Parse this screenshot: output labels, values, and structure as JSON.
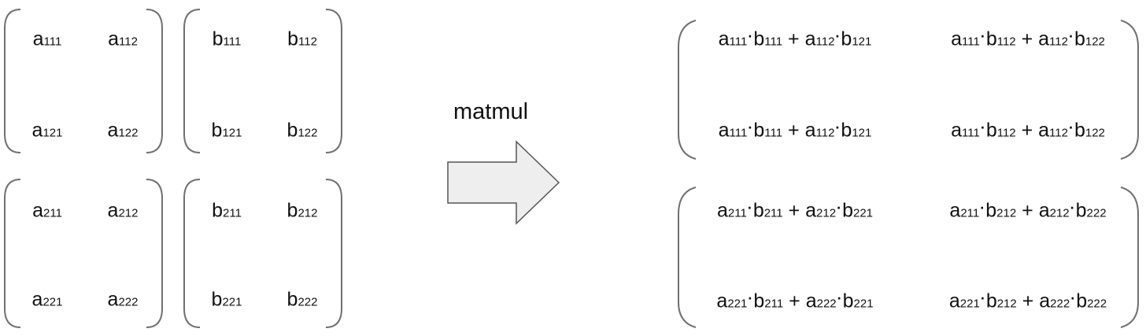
{
  "label": "matmul",
  "input_a": [
    [
      [
        "a",
        "111"
      ],
      [
        "a",
        "112"
      ],
      [
        "a",
        "121"
      ],
      [
        "a",
        "122"
      ]
    ],
    [
      [
        "a",
        "211"
      ],
      [
        "a",
        "212"
      ],
      [
        "a",
        "221"
      ],
      [
        "a",
        "222"
      ]
    ]
  ],
  "input_b": [
    [
      [
        "b",
        "111"
      ],
      [
        "b",
        "112"
      ],
      [
        "b",
        "121"
      ],
      [
        "b",
        "122"
      ]
    ],
    [
      [
        "b",
        "211"
      ],
      [
        "b",
        "212"
      ],
      [
        "b",
        "221"
      ],
      [
        "b",
        "222"
      ]
    ]
  ],
  "output": [
    [
      [
        [
          "a",
          "111"
        ],
        [
          "b",
          "111"
        ],
        [
          "a",
          "112"
        ],
        [
          "b",
          "121"
        ]
      ],
      [
        [
          "a",
          "111"
        ],
        [
          "b",
          "112"
        ],
        [
          "a",
          "112"
        ],
        [
          "b",
          "122"
        ]
      ],
      [
        [
          "a",
          "111"
        ],
        [
          "b",
          "111"
        ],
        [
          "a",
          "112"
        ],
        [
          "b",
          "121"
        ]
      ],
      [
        [
          "a",
          "111"
        ],
        [
          "b",
          "112"
        ],
        [
          "a",
          "112"
        ],
        [
          "b",
          "122"
        ]
      ]
    ],
    [
      [
        [
          "a",
          "211"
        ],
        [
          "b",
          "211"
        ],
        [
          "a",
          "212"
        ],
        [
          "b",
          "221"
        ]
      ],
      [
        [
          "a",
          "211"
        ],
        [
          "b",
          "212"
        ],
        [
          "a",
          "212"
        ],
        [
          "b",
          "222"
        ]
      ],
      [
        [
          "a",
          "221"
        ],
        [
          "b",
          "211"
        ],
        [
          "a",
          "222"
        ],
        [
          "b",
          "221"
        ]
      ],
      [
        [
          "a",
          "221"
        ],
        [
          "b",
          "212"
        ],
        [
          "a",
          "222"
        ],
        [
          "b",
          "222"
        ]
      ]
    ]
  ],
  "colors": {
    "stroke": "#707070",
    "arrow_fill": "#eeeeee",
    "arrow_stroke": "#555555",
    "text": "#111111"
  }
}
